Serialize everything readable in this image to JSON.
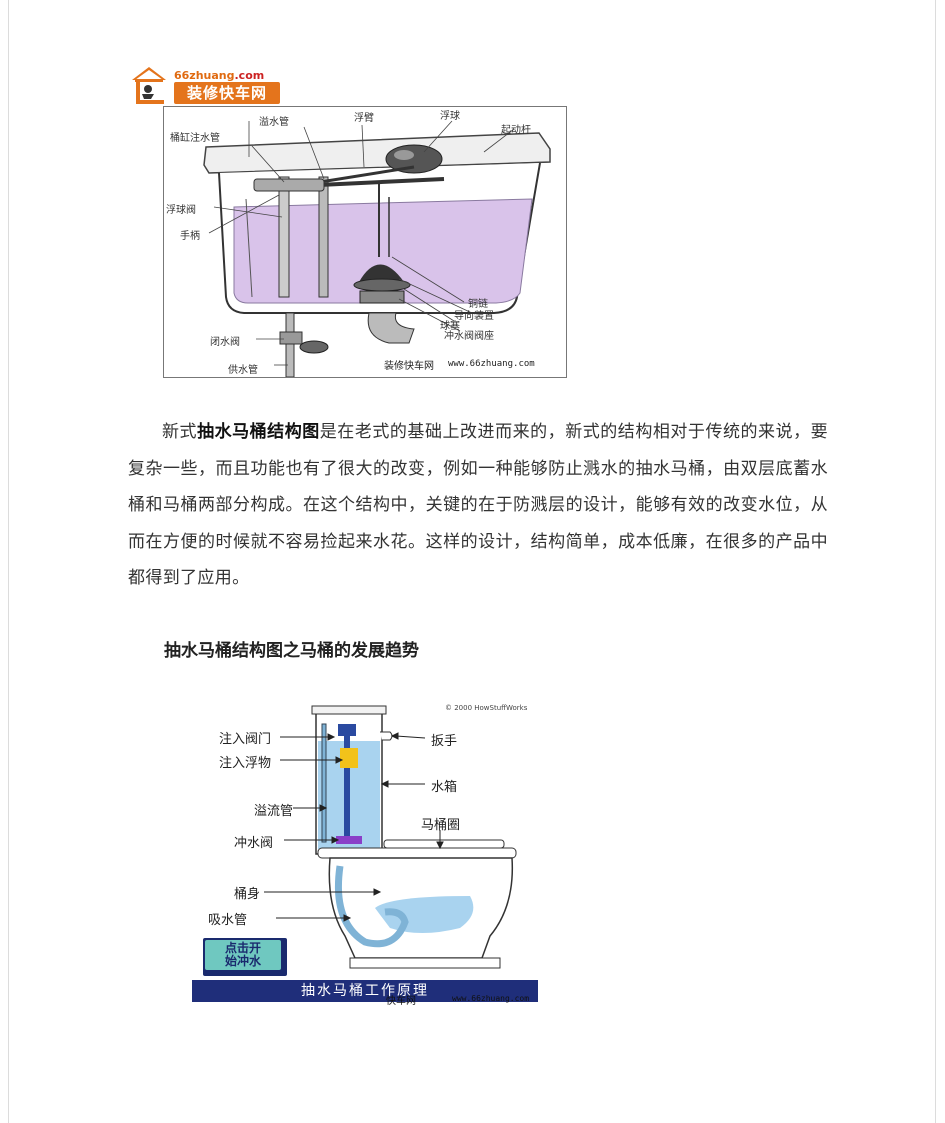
{
  "logo": {
    "url_prefix": "66zhuang",
    "url_suffix": ".com",
    "name": "装修快车网"
  },
  "figure1": {
    "labels": {
      "overflow_pipe": "溢水管",
      "float_arm": "浮臂",
      "float_ball": "浮球",
      "lever": "起动杆",
      "bowl_refill": "桶缸注水管",
      "float_valve": "浮球阀",
      "handle": "手柄",
      "chain": "铜链",
      "guide": "导向装置",
      "stopper": "球塞",
      "flush_valve_seat": "冲水阀阀座",
      "shutoff_valve": "闭水阀",
      "supply_pipe": "供水管"
    },
    "watermark_name": "装修快车网",
    "watermark_url": "www.66zhuang.com"
  },
  "article": {
    "p1_prefix": "新式",
    "p1_bold": "抽水马桶结构图",
    "p1_rest": "是在老式的基础上改进而来的，新式的结构相对于传统的来说，要复杂一些，而且功能也有了很大的改变，例如一种能够防止溅水的抽水马桶，由双层底蓄水桶和马桶两部分构成。在这个结构中，关键的在于防溅层的设计，能够有效的改变水位，从而在方便的时候就不容易捡起来水花。这样的设计，结构简单，成本低廉，在很多的产品中都得到了应用。",
    "heading": "抽水马桶结构图之马桶的发展趋势"
  },
  "figure2": {
    "copyright": "© 2000 HowStuffWorks",
    "labels": {
      "fill_valve": "注入阀门",
      "fill_float": "注入浮物",
      "overflow_tube": "溢流管",
      "flush_valve": "冲水阀",
      "body": "桶身",
      "siphon": "吸水管",
      "handle": "扳手",
      "tank": "水箱",
      "seat": "马桶圈"
    },
    "button_line1": "点击开",
    "button_line2": "始冲水",
    "caption": "抽水马桶工作原理",
    "watermark_name": "快车网",
    "watermark_url": "www.66zhuang.com"
  },
  "colors": {
    "logo_orange": "#e4741c",
    "water_purple": "#d9c3ea",
    "water_blue": "#a9d3ef",
    "caption_navy": "#1f2e7a",
    "button_teal": "#6fc8c0"
  }
}
